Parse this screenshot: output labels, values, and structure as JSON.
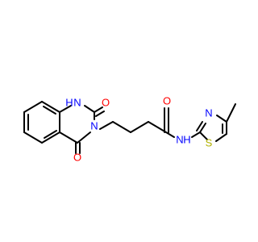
{
  "molecule": {
    "colors": {
      "bond": "#000000",
      "N": "#0000ff",
      "O": "#ff0000",
      "S": "#b2b200",
      "background": "#ffffff"
    },
    "labels": {
      "n1": "N",
      "h1": "H",
      "o1": "O",
      "n3": "N",
      "o2": "O",
      "o3": "O",
      "n4": "N",
      "h4": "H",
      "n5": "N",
      "s1": "S"
    }
  }
}
